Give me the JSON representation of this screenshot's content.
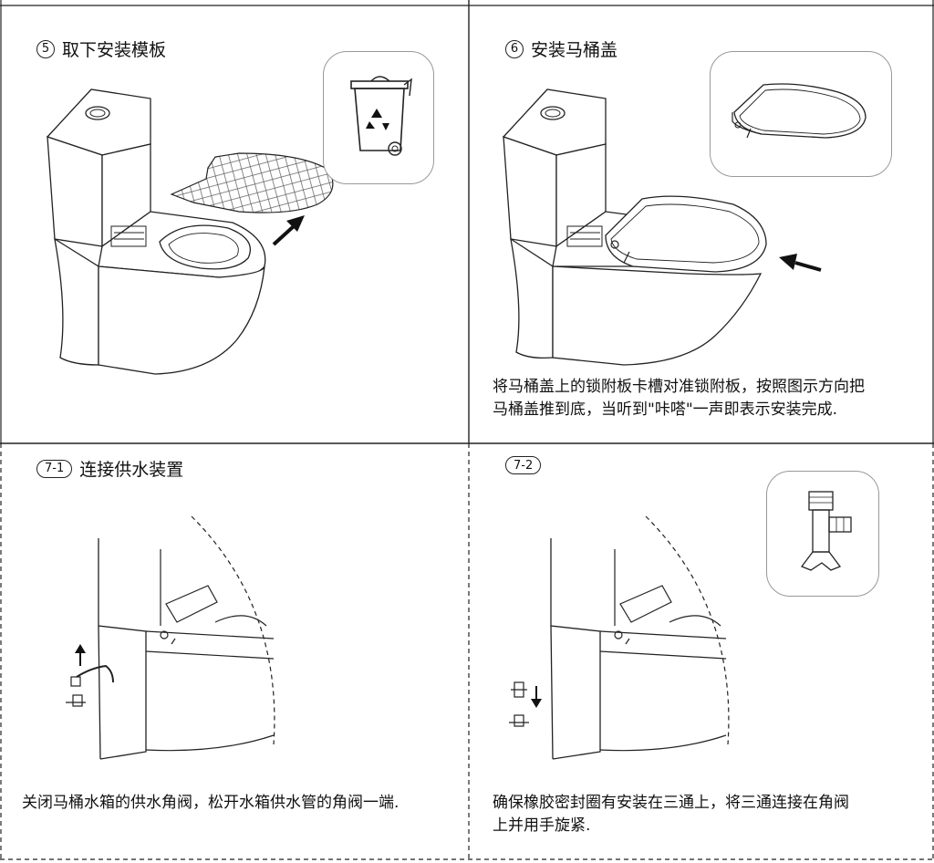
{
  "steps": [
    {
      "number": "5",
      "title": "取下安装模板"
    },
    {
      "number": "6",
      "title": "安装马桶盖",
      "description_line1": "将马桶盖上的锁附板卡槽对准锁附板，按照图示方向把",
      "description_line2": "马桶盖推到底，当听到\"咔嗒\"一声即表示安装完成."
    },
    {
      "number": "7-1",
      "title": "连接供水装置",
      "description_line1": "关闭马桶水箱的供水角阀，松开水箱供水管的角阀一端."
    },
    {
      "number": "7-2",
      "title": "",
      "description_line1": "确保橡胶密封圈有安装在三通上，将三通连接在角阀",
      "description_line2": "上并用手旋紧."
    }
  ],
  "colors": {
    "line": "#222222",
    "light_line": "#9a9a9a",
    "background": "#ffffff"
  },
  "icons": [
    "recycle-bin-icon",
    "arrow-icon",
    "toilet-illustration",
    "toilet-seat-lid-illustration",
    "tee-valve-illustration"
  ]
}
